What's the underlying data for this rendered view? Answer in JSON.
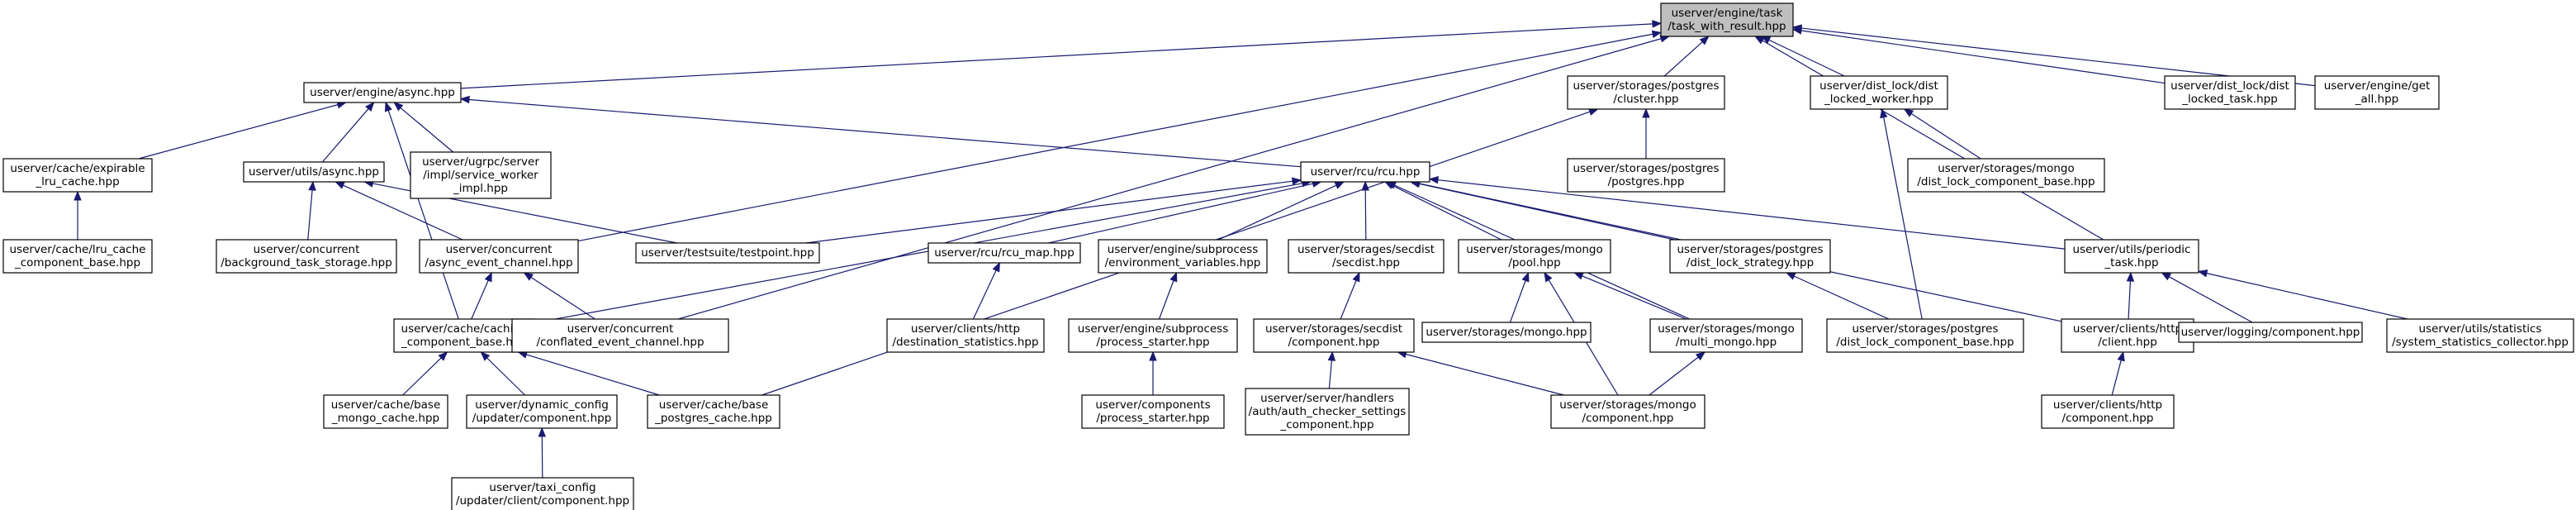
{
  "graph": {
    "title": "",
    "nodes": [
      {
        "id": "root",
        "lines": [
          "userver/engine/task",
          "/task_with_result.hpp"
        ],
        "root": true
      },
      {
        "id": "async",
        "lines": [
          "userver/engine/async.hpp"
        ]
      },
      {
        "id": "pg_cluster",
        "lines": [
          "userver/storages/postgres",
          "/cluster.hpp"
        ]
      },
      {
        "id": "dist_lock_worker",
        "lines": [
          "userver/dist_lock/dist",
          "_locked_worker.hpp"
        ]
      },
      {
        "id": "dist_locked_task",
        "lines": [
          "userver/dist_lock/dist",
          "_locked_task.hpp"
        ]
      },
      {
        "id": "get_all",
        "lines": [
          "userver/engine/get",
          "_all.hpp"
        ]
      },
      {
        "id": "expirable_lru",
        "lines": [
          "userver/cache/expirable",
          "_lru_cache.hpp"
        ]
      },
      {
        "id": "utils_async",
        "lines": [
          "userver/utils/async.hpp"
        ]
      },
      {
        "id": "ugrpc_sw",
        "lines": [
          "userver/ugrpc/server",
          "/impl/service_worker",
          "_impl.hpp"
        ]
      },
      {
        "id": "rcu",
        "lines": [
          "userver/rcu/rcu.hpp"
        ]
      },
      {
        "id": "postgres_hpp",
        "lines": [
          "userver/storages/postgres",
          "/postgres.hpp"
        ]
      },
      {
        "id": "mongo_dlcb",
        "lines": [
          "userver/storages/mongo",
          "/dist_lock_component_base.hpp"
        ]
      },
      {
        "id": "lru_cache_cb",
        "lines": [
          "userver/cache/lru_cache",
          "_component_base.hpp"
        ]
      },
      {
        "id": "bg_task_storage",
        "lines": [
          "userver/concurrent",
          "/background_task_storage.hpp"
        ]
      },
      {
        "id": "async_event_channel",
        "lines": [
          "userver/concurrent",
          "/async_event_channel.hpp"
        ]
      },
      {
        "id": "testpoint",
        "lines": [
          "userver/testsuite/testpoint.hpp"
        ]
      },
      {
        "id": "rcu_map",
        "lines": [
          "userver/rcu/rcu_map.hpp"
        ]
      },
      {
        "id": "env_vars",
        "lines": [
          "userver/engine/subprocess",
          "/environment_variables.hpp"
        ]
      },
      {
        "id": "secdist",
        "lines": [
          "userver/storages/secdist",
          "/secdist.hpp"
        ]
      },
      {
        "id": "mongo_pool",
        "lines": [
          "userver/storages/mongo",
          "/pool.hpp"
        ]
      },
      {
        "id": "pg_dls",
        "lines": [
          "userver/storages/postgres",
          "/dist_lock_strategy.hpp"
        ]
      },
      {
        "id": "periodic_task",
        "lines": [
          "userver/utils/periodic",
          "_task.hpp"
        ]
      },
      {
        "id": "caching_cb",
        "lines": [
          "userver/cache/caching",
          "_component_base.hpp"
        ]
      },
      {
        "id": "conflated_ec",
        "lines": [
          "userver/concurrent",
          "/conflated_event_channel.hpp"
        ]
      },
      {
        "id": "dest_stats",
        "lines": [
          "userver/clients/http",
          "/destination_statistics.hpp"
        ]
      },
      {
        "id": "process_starter",
        "lines": [
          "userver/engine/subprocess",
          "/process_starter.hpp"
        ]
      },
      {
        "id": "secdist_comp",
        "lines": [
          "userver/storages/secdist",
          "/component.hpp"
        ]
      },
      {
        "id": "mongo_hpp",
        "lines": [
          "userver/storages/mongo.hpp"
        ]
      },
      {
        "id": "multi_mongo",
        "lines": [
          "userver/storages/mongo",
          "/multi_mongo.hpp"
        ]
      },
      {
        "id": "pg_dlcb",
        "lines": [
          "userver/storages/postgres",
          "/dist_lock_component_base.hpp"
        ]
      },
      {
        "id": "http_client",
        "lines": [
          "userver/clients/http",
          "/client.hpp"
        ]
      },
      {
        "id": "logging_comp",
        "lines": [
          "userver/logging/component.hpp"
        ]
      },
      {
        "id": "sys_stats",
        "lines": [
          "userver/utils/statistics",
          "/system_statistics_collector.hpp"
        ]
      },
      {
        "id": "base_mongo_cache",
        "lines": [
          "userver/cache/base",
          "_mongo_cache.hpp"
        ]
      },
      {
        "id": "dyn_cfg_updater",
        "lines": [
          "userver/dynamic_config",
          "/updater/component.hpp"
        ]
      },
      {
        "id": "base_pg_cache",
        "lines": [
          "userver/cache/base",
          "_postgres_cache.hpp"
        ]
      },
      {
        "id": "comp_process_starter",
        "lines": [
          "userver/components",
          "/process_starter.hpp"
        ]
      },
      {
        "id": "auth_checker",
        "lines": [
          "userver/server/handlers",
          "/auth/auth_checker_settings",
          "_component.hpp"
        ]
      },
      {
        "id": "mongo_comp",
        "lines": [
          "userver/storages/mongo",
          "/component.hpp"
        ]
      },
      {
        "id": "http_client_comp",
        "lines": [
          "userver/clients/http",
          "/component.hpp"
        ]
      },
      {
        "id": "taxi_config",
        "lines": [
          "userver/taxi_config",
          "/updater/client/component.hpp"
        ]
      }
    ],
    "edges": [
      [
        "async",
        "root"
      ],
      [
        "pg_cluster",
        "root"
      ],
      [
        "dist_lock_worker",
        "root"
      ],
      [
        "dist_locked_task",
        "root"
      ],
      [
        "get_all",
        "root"
      ],
      [
        "async_event_channel",
        "root"
      ],
      [
        "conflated_ec",
        "root"
      ],
      [
        "periodic_task",
        "root"
      ],
      [
        "expirable_lru",
        "async"
      ],
      [
        "utils_async",
        "async"
      ],
      [
        "ugrpc_sw",
        "async"
      ],
      [
        "rcu",
        "async"
      ],
      [
        "caching_cb",
        "async"
      ],
      [
        "postgres_hpp",
        "pg_cluster"
      ],
      [
        "base_pg_cache",
        "pg_cluster"
      ],
      [
        "mongo_dlcb",
        "dist_lock_worker"
      ],
      [
        "pg_dlcb",
        "dist_lock_worker"
      ],
      [
        "lru_cache_cb",
        "expirable_lru"
      ],
      [
        "bg_task_storage",
        "utils_async"
      ],
      [
        "async_event_channel",
        "utils_async"
      ],
      [
        "testpoint",
        "utils_async"
      ],
      [
        "testpoint",
        "rcu"
      ],
      [
        "rcu_map",
        "rcu"
      ],
      [
        "env_vars",
        "rcu"
      ],
      [
        "secdist",
        "rcu"
      ],
      [
        "mongo_pool",
        "rcu"
      ],
      [
        "pg_dls",
        "rcu"
      ],
      [
        "periodic_task",
        "rcu"
      ],
      [
        "caching_cb",
        "rcu"
      ],
      [
        "multi_mongo",
        "rcu"
      ],
      [
        "http_client",
        "rcu"
      ],
      [
        "caching_cb",
        "async_event_channel"
      ],
      [
        "conflated_ec",
        "async_event_channel"
      ],
      [
        "dest_stats",
        "rcu_map"
      ],
      [
        "process_starter",
        "env_vars"
      ],
      [
        "secdist_comp",
        "secdist"
      ],
      [
        "mongo_hpp",
        "mongo_pool"
      ],
      [
        "multi_mongo",
        "mongo_pool"
      ],
      [
        "mongo_comp",
        "mongo_pool"
      ],
      [
        "pg_dlcb",
        "pg_dls"
      ],
      [
        "http_client",
        "periodic_task"
      ],
      [
        "logging_comp",
        "periodic_task"
      ],
      [
        "sys_stats",
        "periodic_task"
      ],
      [
        "base_mongo_cache",
        "caching_cb"
      ],
      [
        "dyn_cfg_updater",
        "caching_cb"
      ],
      [
        "base_pg_cache",
        "caching_cb"
      ],
      [
        "comp_process_starter",
        "process_starter"
      ],
      [
        "auth_checker",
        "secdist_comp"
      ],
      [
        "mongo_comp",
        "secdist_comp"
      ],
      [
        "mongo_comp",
        "multi_mongo"
      ],
      [
        "http_client_comp",
        "http_client"
      ],
      [
        "taxi_config",
        "dyn_cfg_updater"
      ]
    ]
  }
}
